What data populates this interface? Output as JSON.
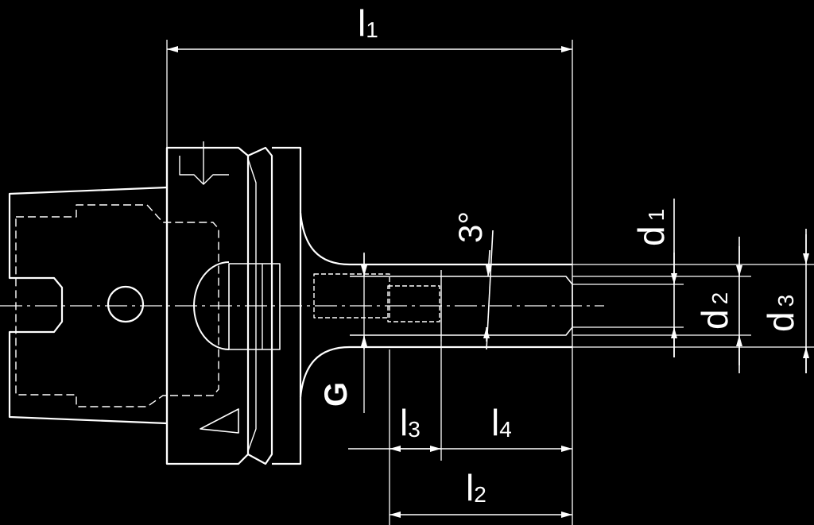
{
  "colors": {
    "background": "#000000",
    "line": "#ffffff"
  },
  "labels": {
    "l1": {
      "main": "l",
      "sub": "1"
    },
    "l2": {
      "main": "l",
      "sub": "2"
    },
    "l3": {
      "main": "l",
      "sub": "3"
    },
    "l4": {
      "main": "l",
      "sub": "4"
    },
    "d1": {
      "main": "d",
      "sub": "1"
    },
    "d2": {
      "main": "d",
      "sub": "2"
    },
    "d3": {
      "main": "d",
      "sub": "3"
    },
    "angle": "3°",
    "thread": "G"
  }
}
